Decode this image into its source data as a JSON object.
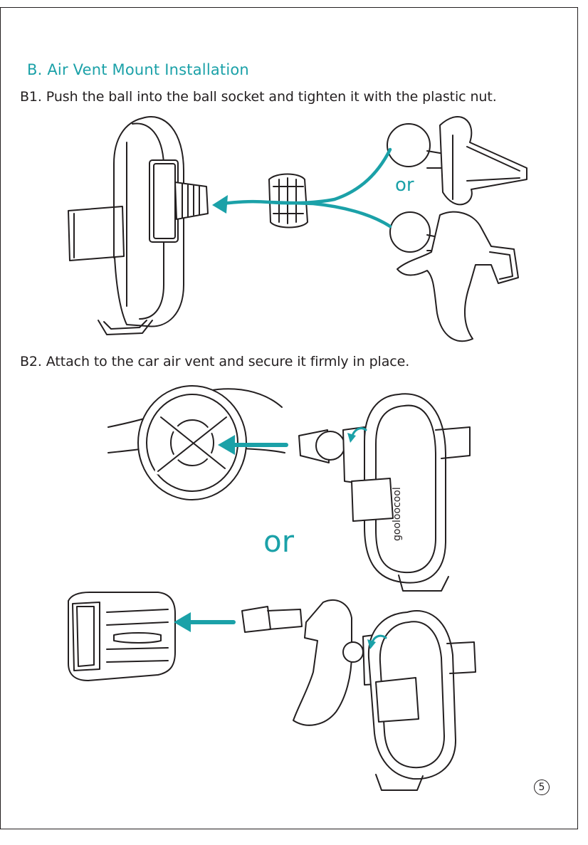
{
  "heading": "B. Air Vent Mount Installation",
  "steps": {
    "b1": "B1. Push the ball into the ball socket and tighten it with the plastic nut.",
    "b2": "B2. Attach to the car air vent and secure it firmly in place."
  },
  "or_labels": {
    "b1": "or",
    "b2": "or"
  },
  "brand": "gooloocool",
  "page_number": "5",
  "colors": {
    "accent": "#1ba1a8",
    "line": "#231f20",
    "fill": "#ffffff"
  }
}
